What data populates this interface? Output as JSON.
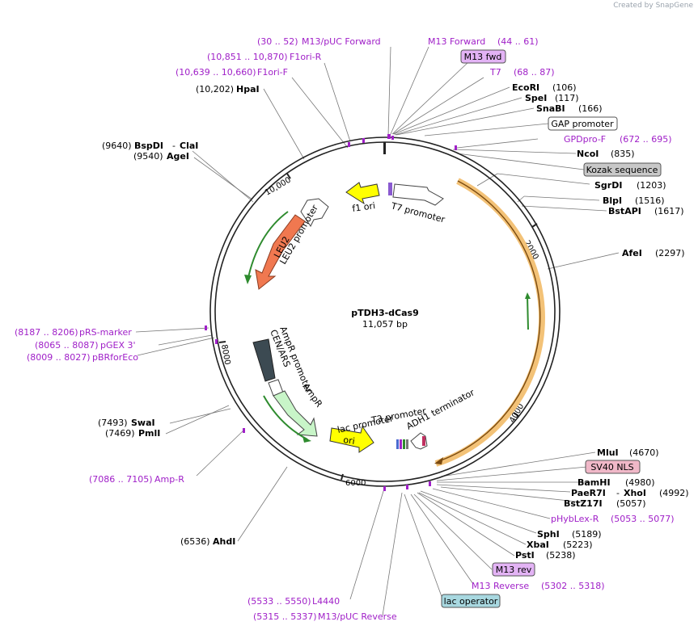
{
  "credit": {
    "prefix": "Created by",
    "brand": "SnapGene"
  },
  "plasmid": {
    "name": "pTDH3-dCas9",
    "size": "11,057 bp"
  },
  "ticks": [
    "2000",
    "4000",
    "6000",
    "8000",
    "10,000"
  ],
  "features": {
    "f1_ori": "f1 ori",
    "t7_promoter": "T7 promoter",
    "leu2": "LEU2",
    "leu2_promoter": "LEU2 promoter",
    "ampr_promoter": "AmpR promoter",
    "cen_ars": "CEN/ARS",
    "ampr": "AmpR",
    "ori": "ori",
    "lac_promoter": "lac promoter",
    "t3_promoter": "T3 promoter",
    "adh1_terminator": "ADH1 terminator"
  },
  "sites": {
    "ecori": {
      "name": "EcoRI",
      "pos": "(106)"
    },
    "spei": {
      "name": "SpeI",
      "pos": "(117)"
    },
    "snabi": {
      "name": "SnaBI",
      "pos": "(166)"
    },
    "ncoi": {
      "name": "NcoI",
      "pos": "(835)"
    },
    "sgrdi": {
      "name": "SgrDI",
      "pos": "(1203)"
    },
    "blpi": {
      "name": "BlpI",
      "pos": "(1516)"
    },
    "bstapi": {
      "name": "BstAPI",
      "pos": "(1617)"
    },
    "afei": {
      "name": "AfeI",
      "pos": "(2297)"
    },
    "mlui": {
      "name": "MluI",
      "pos": "(4670)"
    },
    "bamhi": {
      "name": "BamHI",
      "pos": "(4980)"
    },
    "paer7i": {
      "name": "PaeR7I",
      "pos": ""
    },
    "xhoi": {
      "name": "XhoI",
      "pos": "(4992)"
    },
    "bstz17i": {
      "name": "BstZ17I",
      "pos": "(5057)"
    },
    "sphi": {
      "name": "SphI",
      "pos": "(5189)"
    },
    "xbai": {
      "name": "XbaI",
      "pos": "(5223)"
    },
    "psti": {
      "name": "PstI",
      "pos": "(5238)"
    },
    "ahdi": {
      "name": "AhdI",
      "pos": "(6536)"
    },
    "swai": {
      "name": "SwaI",
      "pos": "(7493)"
    },
    "pmli": {
      "name": "PmlI",
      "pos": "(7469)"
    },
    "bspdi": {
      "name": "BspDI",
      "pos": "(9640)"
    },
    "clai": {
      "name": "ClaI",
      "pos": ""
    },
    "agei": {
      "name": "AgeI",
      "pos": "(9540)"
    },
    "hpai": {
      "name": "HpaI",
      "pos": "(10,202)"
    }
  },
  "primers": {
    "m13_puc_fwd": {
      "name": "M13/pUC Forward",
      "pos": "(30 .. 52)"
    },
    "f1ori_r": {
      "name": "F1ori-R",
      "pos": "(10,851 .. 10,870)"
    },
    "f1ori_f": {
      "name": "F1ori-F",
      "pos": "(10,639 .. 10,660)"
    },
    "m13_forward": {
      "name": "M13 Forward",
      "pos": "(44 .. 61)"
    },
    "t7": {
      "name": "T7",
      "pos": "(68 .. 87)"
    },
    "gpdpro_f": {
      "name": "GPDpro-F",
      "pos": "(672 .. 695)"
    },
    "phyblex_r": {
      "name": "pHybLex-R",
      "pos": "(5053 .. 5077)"
    },
    "m13_reverse": {
      "name": "M13 Reverse",
      "pos": "(5302 .. 5318)"
    },
    "l4440": {
      "name": "L4440",
      "pos": "(5533 .. 5550)"
    },
    "m13_puc_rev": {
      "name": "M13/pUC Reverse",
      "pos": "(5315 .. 5337)"
    },
    "amp_r": {
      "name": "Amp-R",
      "pos": "(7086 .. 7105)"
    },
    "pbrforeco": {
      "name": "pBRforEco",
      "pos": "(8009 .. 8027)"
    },
    "pgex3": {
      "name": "pGEX 3'",
      "pos": "(8065 .. 8087)"
    },
    "prs_marker": {
      "name": "pRS-marker",
      "pos": "(8187 .. 8206)"
    }
  },
  "boxes": {
    "m13_fwd": "M13 fwd",
    "gap_promoter": "GAP promoter",
    "kozak": "Kozak sequence",
    "sv40_nls": "SV40 NLS",
    "m13_rev": "M13 rev",
    "lac_operator": "lac operator"
  },
  "colors": {
    "backbone": "#222222",
    "primer": "#a020c8",
    "cas9_band": "#f3c277",
    "promoter_fill": "#ffffff",
    "yellow_feature": "#ffff00",
    "leu2": "#f07850",
    "ampr": "#c8f5c8",
    "cen_ars": "#3c4a52",
    "green_arrow": "#2e8b2e"
  }
}
